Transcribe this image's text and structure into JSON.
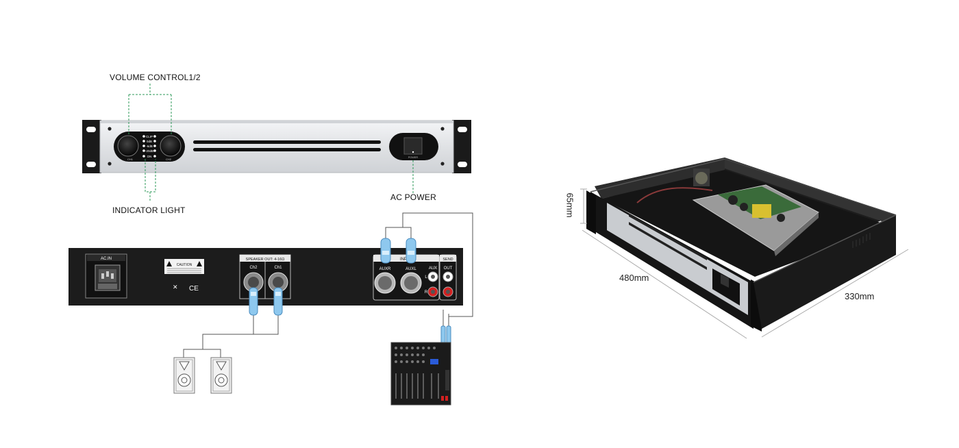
{
  "callouts": {
    "volume_control": "VOLUME CONTROL1/2",
    "indicator_light": "INDICATOR LIGHT",
    "ac_power": "AC POWER"
  },
  "front_panel": {
    "indicators": [
      "CLIP",
      "0dB",
      "-6dB",
      "-20dB",
      "ON"
    ],
    "knob1_label": "CH1",
    "knob2_label": "CH2",
    "power_label": "POWER"
  },
  "rear_panel": {
    "ac_in": "AC.IN",
    "caution": "CAUTION",
    "speaker_out": "SPEAKER OUT: 4-16Ω",
    "ch2": "Ch2",
    "ch1": "Ch1",
    "input": "INPUT",
    "send": "SEND",
    "auxr": "AUXR",
    "auxl": "AUXL",
    "aux": "AUX",
    "out": "OUT",
    "l": "L",
    "r": "R"
  },
  "dimensions": {
    "height": "65mm",
    "width": "480mm",
    "depth": "330mm"
  },
  "colors": {
    "callout_line": "#2e9a5a",
    "panel_dark": "#1c1c1c",
    "panel_silver": "#e2e4e7",
    "rca_red": "#d42020",
    "cable_blue": "#8ec8ee"
  }
}
